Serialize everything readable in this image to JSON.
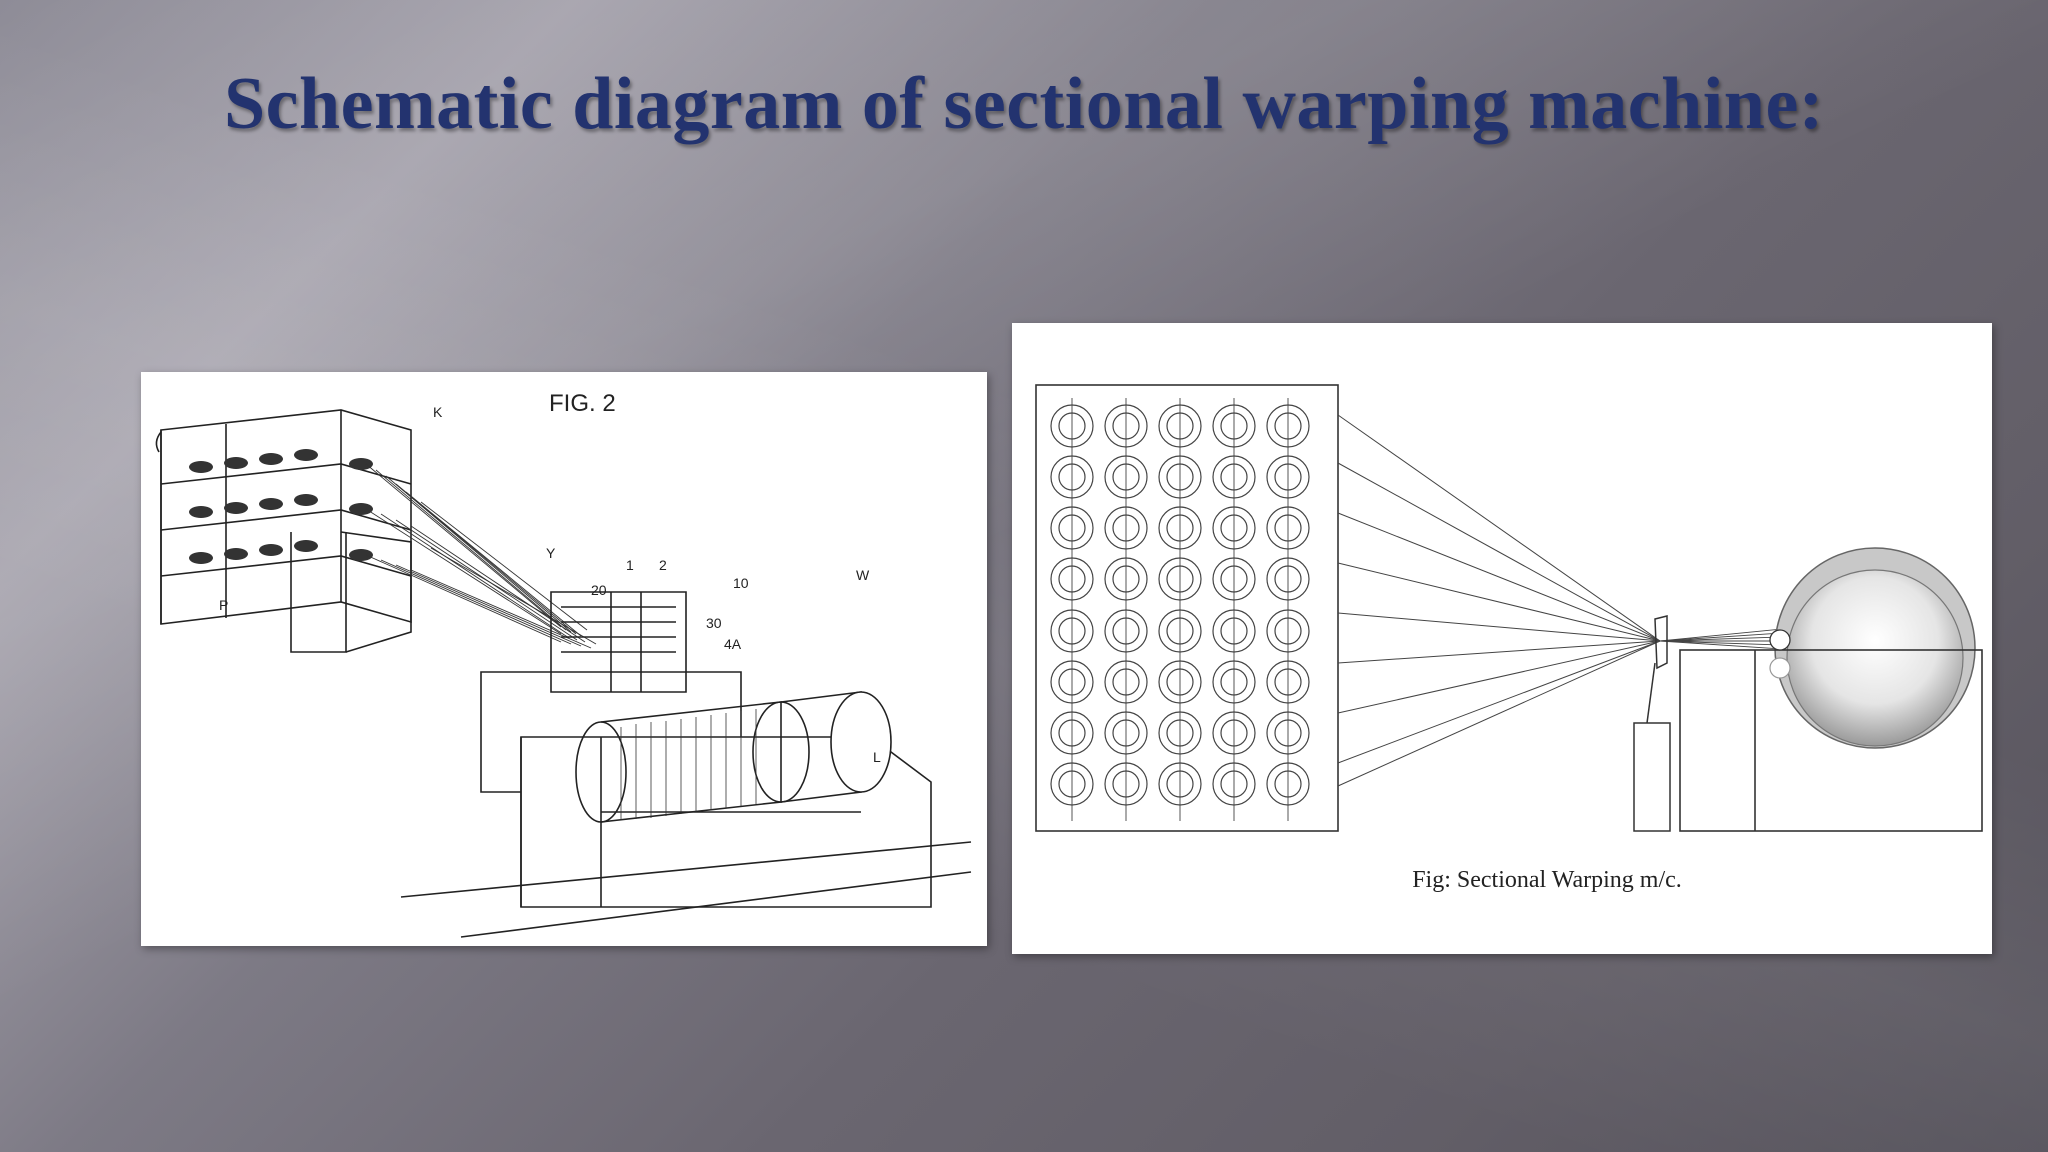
{
  "slide": {
    "title": "Schematic diagram of sectional warping machine:"
  },
  "left_figure": {
    "heading": "FIG. 2",
    "labels": {
      "k": "K",
      "y": "Y",
      "p": "P",
      "n1": "1",
      "n2": "2",
      "n10": "10",
      "n20": "20",
      "n30": "30",
      "n4a": "4A",
      "w": "W",
      "l": "L"
    }
  },
  "right_figure": {
    "caption": "Fig: Sectional Warping m/c."
  }
}
